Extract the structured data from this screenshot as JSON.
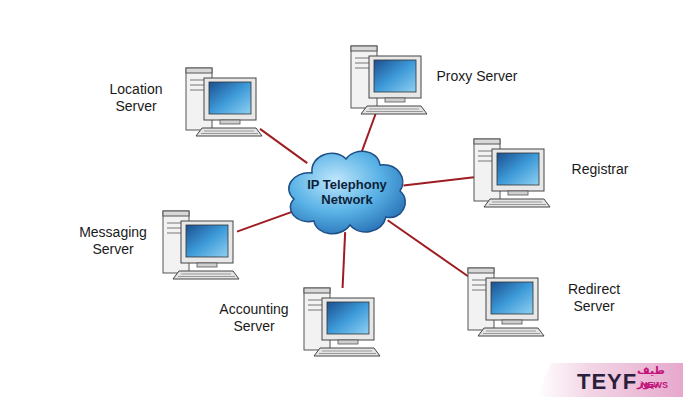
{
  "diagram": {
    "nodes": [
      {
        "text": [
          "IP Telephony Network"
        ]
      },
      {
        "text": [
          "Proxy Server"
        ]
      },
      {
        "text": [
          "Location Server"
        ]
      },
      {
        "text": [
          "Registrar"
        ]
      },
      {
        "text": [
          "Messaging Server"
        ]
      },
      {
        "text": [
          "Redirect Server"
        ]
      },
      {
        "text": [
          "Accounting Server"
        ]
      }
    ],
    "edges": [
      {
        "from": 0,
        "to": 1,
        "arrow": "none"
      },
      {
        "from": 0,
        "to": 2,
        "arrow": "none"
      },
      {
        "from": 0,
        "to": 3,
        "arrow": "none"
      },
      {
        "from": 0,
        "to": 4,
        "arrow": "none"
      },
      {
        "from": 0,
        "to": 5,
        "arrow": "none"
      },
      {
        "from": 0,
        "to": 6,
        "arrow": "none"
      }
    ],
    "labels": [
      "TEYF",
      "طيف نيوز",
      "NEWS"
    ]
  }
}
